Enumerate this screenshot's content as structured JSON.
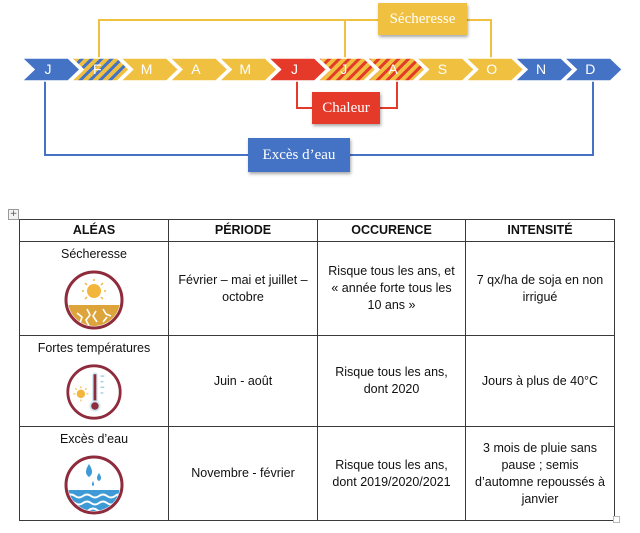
{
  "diagram": {
    "months": [
      {
        "label": "J",
        "style": "blue"
      },
      {
        "label": "F",
        "style": "hatch-yellow-blue"
      },
      {
        "label": "M",
        "style": "yellow"
      },
      {
        "label": "A",
        "style": "yellow"
      },
      {
        "label": "M",
        "style": "yellow"
      },
      {
        "label": "J",
        "style": "red"
      },
      {
        "label": "J",
        "style": "hatch-yellow-red"
      },
      {
        "label": "A",
        "style": "hatch-yellow-red"
      },
      {
        "label": "S",
        "style": "yellow"
      },
      {
        "label": "O",
        "style": "yellow"
      },
      {
        "label": "N",
        "style": "blue"
      },
      {
        "label": "D",
        "style": "blue"
      }
    ],
    "secheresse_label": "Sécheresse",
    "chaleur_label": "Chaleur",
    "exces_label": "Excès d’eau",
    "colors": {
      "blue": "#4472c4",
      "yellow": "#f0c040",
      "red": "#e53a2a"
    }
  },
  "table": {
    "headers": [
      "ALÉAS",
      "PÉRIODE",
      "OCCURENCE",
      "INTENSITÉ"
    ],
    "rows": [
      {
        "alea": "Sécheresse",
        "icon": "drought-icon",
        "periode": "Février – mai et juillet – octobre",
        "occurence": "Risque tous les ans, et « année forte tous les 10 ans »",
        "intensite": "7 qx/ha de soja en non irrigué"
      },
      {
        "alea": "Fortes températures",
        "icon": "thermometer-icon",
        "periode": "Juin - août",
        "occurence": "Risque tous les ans, dont 2020",
        "intensite": "Jours à plus de 40°C"
      },
      {
        "alea": "Excès d’eau",
        "icon": "water-excess-icon",
        "periode": "Novembre - février",
        "occurence": "Risque tous les ans, dont 2019/2020/2021",
        "intensite": "3 mois de pluie sans pause ; semis d’automne repoussés à janvier"
      }
    ]
  }
}
